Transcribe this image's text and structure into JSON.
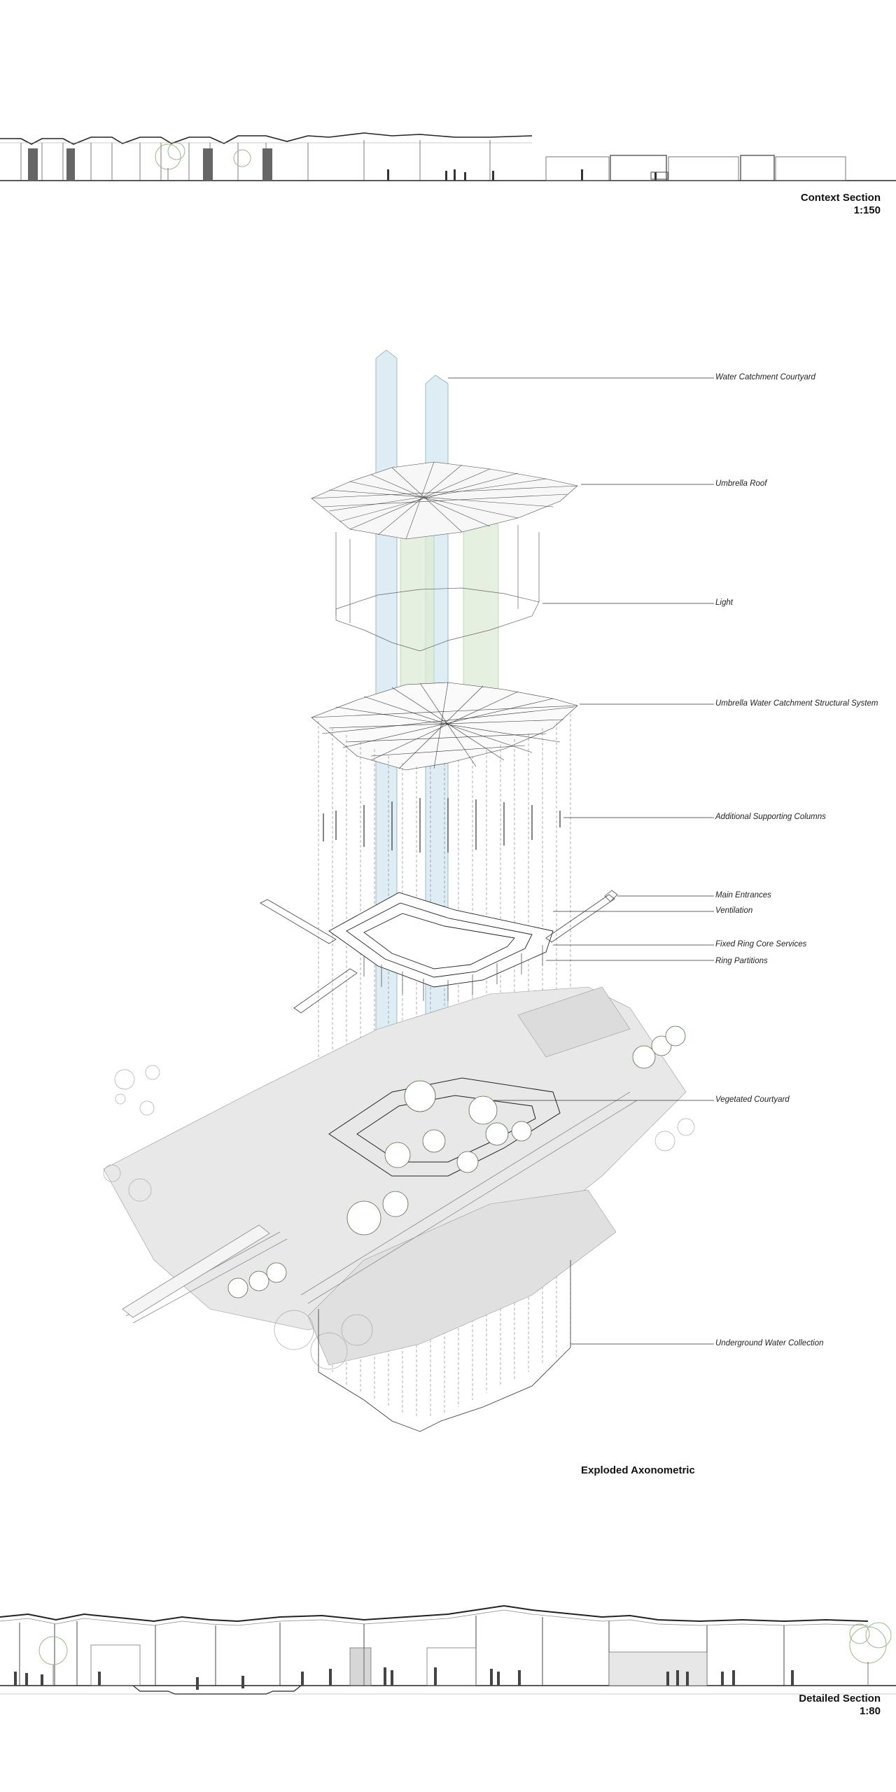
{
  "context_section": {
    "title": "Context Section",
    "scale": "1:150"
  },
  "exploded_axonometric": {
    "title": "Exploded Axonometric",
    "callouts": [
      {
        "id": "water-catchment-courtyard",
        "label": "Water Catchment Courtyard"
      },
      {
        "id": "umbrella-roof",
        "label": "Umbrella Roof"
      },
      {
        "id": "light",
        "label": "Light"
      },
      {
        "id": "umbrella-water-catchment-structural-system",
        "label": "Umbrella Water Catchment Structural System"
      },
      {
        "id": "additional-supporting-columns",
        "label": "Additional Supporting Columns"
      },
      {
        "id": "main-entrances",
        "label": "Main Entrances"
      },
      {
        "id": "ventilation",
        "label": "Ventilation"
      },
      {
        "id": "fixed-ring-core-services",
        "label": "Fixed Ring Core Services"
      },
      {
        "id": "ring-partitions",
        "label": "Ring Partitions"
      },
      {
        "id": "vegetated-courtyard",
        "label": "Vegetated Courtyard"
      },
      {
        "id": "underground-water-collection",
        "label": "Underground Water Collection"
      }
    ]
  },
  "detailed_section": {
    "title": "Detailed Section",
    "scale": "1:80"
  },
  "colors": {
    "line": "#222222",
    "thin_line": "#555555",
    "water_blue": "#cfe3ee",
    "light_green": "#d9ebd2",
    "ground_grey": "#e6e6e6",
    "tree_green": "#8fae7a"
  }
}
